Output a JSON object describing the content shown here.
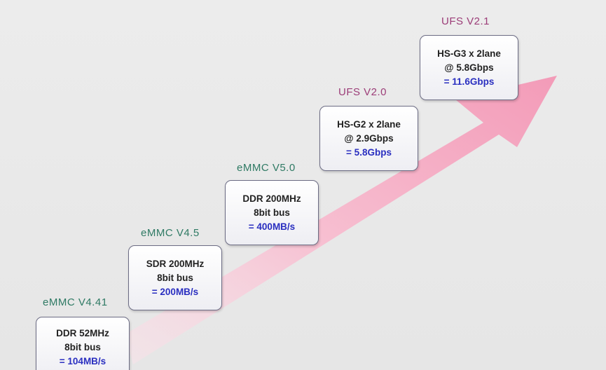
{
  "colors": {
    "background": "#e8e8e8",
    "emmc_label": "#2f7a64",
    "ufs_label": "#9c3d78",
    "result_text": "#2a2fc0",
    "arrow": "#f4a9c2",
    "box_border": "#6c6c84"
  },
  "stages": [
    {
      "label": "eMMC V4.41",
      "label_color_key": "emmc_label",
      "lines": [
        "DDR 52MHz",
        "8bit bus"
      ],
      "result": "= 104MB/s"
    },
    {
      "label": "eMMC V4.5",
      "label_color_key": "emmc_label",
      "lines": [
        "SDR 200MHz",
        "8bit bus"
      ],
      "result": "= 200MB/s"
    },
    {
      "label": "eMMC V5.0",
      "label_color_key": "emmc_label",
      "lines": [
        "DDR 200MHz",
        "8bit bus"
      ],
      "result": "= 400MB/s"
    },
    {
      "label": "UFS V2.0",
      "label_color_key": "ufs_label",
      "lines": [
        "HS-G2 x 2lane",
        "@ 2.9Gbps"
      ],
      "result": "= 5.8Gbps"
    },
    {
      "label": "UFS V2.1",
      "label_color_key": "ufs_label",
      "lines": [
        "HS-G3 x 2lane",
        "@ 5.8Gbps"
      ],
      "result": "= 11.6Gbps"
    }
  ]
}
